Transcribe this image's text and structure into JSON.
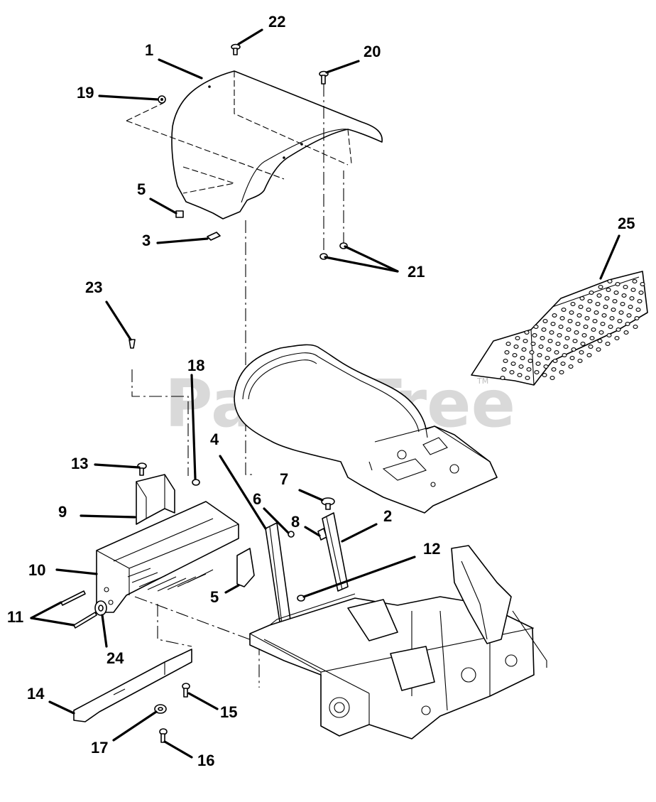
{
  "watermark": {
    "text": "PartsTree",
    "trademark": "TM"
  },
  "callouts": [
    {
      "id": "1",
      "label": "1"
    },
    {
      "id": "2",
      "label": "2"
    },
    {
      "id": "3",
      "label": "3"
    },
    {
      "id": "4",
      "label": "4"
    },
    {
      "id": "5a",
      "label": "5"
    },
    {
      "id": "5b",
      "label": "5"
    },
    {
      "id": "6",
      "label": "6"
    },
    {
      "id": "7",
      "label": "7"
    },
    {
      "id": "8",
      "label": "8"
    },
    {
      "id": "9",
      "label": "9"
    },
    {
      "id": "10",
      "label": "10"
    },
    {
      "id": "11",
      "label": "11"
    },
    {
      "id": "12",
      "label": "12"
    },
    {
      "id": "13",
      "label": "13"
    },
    {
      "id": "14",
      "label": "14"
    },
    {
      "id": "15",
      "label": "15"
    },
    {
      "id": "16",
      "label": "16"
    },
    {
      "id": "17",
      "label": "17"
    },
    {
      "id": "18",
      "label": "18"
    },
    {
      "id": "19",
      "label": "19"
    },
    {
      "id": "20",
      "label": "20"
    },
    {
      "id": "21",
      "label": "21"
    },
    {
      "id": "22",
      "label": "22"
    },
    {
      "id": "23",
      "label": "23"
    },
    {
      "id": "24",
      "label": "24"
    },
    {
      "id": "25",
      "label": "25"
    }
  ]
}
